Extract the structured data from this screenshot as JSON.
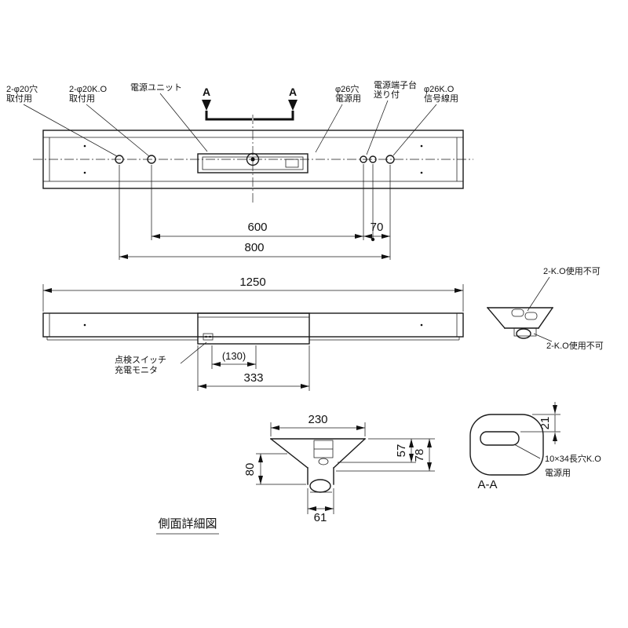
{
  "front_view": {
    "labels": {
      "mount_hole_1": "2-φ20穴",
      "mount_hole_2": "取付用",
      "mount_ko_1": "2-φ20K.O",
      "mount_ko_2": "取付用",
      "power_unit": "電源ユニット",
      "section_a_left": "A",
      "section_a_right": "A",
      "power_hole_1": "φ26穴",
      "power_hole_2": "電源用",
      "terminal_1": "電源端子台",
      "terminal_2": "送り付",
      "signal_ko_1": "φ26K.O",
      "signal_ko_2": "信号線用"
    },
    "dims": {
      "d600": "600",
      "d70": "70",
      "d800": "800"
    }
  },
  "plan_view": {
    "dims": {
      "d1250": "1250",
      "d130": "(130)",
      "d333": "333"
    },
    "labels": {
      "switch_1": "点検スイッチ",
      "switch_2": "充電モニタ"
    }
  },
  "end_view": {
    "labels": {
      "ko_top": "2-K.O使用不可",
      "ko_bottom": "2-K.O使用不可"
    }
  },
  "section_view": {
    "dims": {
      "d230": "230",
      "d80": "80",
      "d57": "57",
      "d78": "78",
      "d61": "61"
    },
    "caption": "側面詳細図"
  },
  "aa_view": {
    "dims": {
      "d21": "21"
    },
    "labels": {
      "slot_1": "10×34長穴K.O",
      "slot_2": "電源用"
    },
    "caption": "A-A"
  }
}
